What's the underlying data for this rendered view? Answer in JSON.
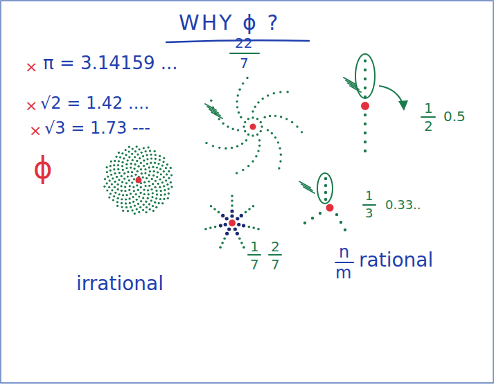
{
  "diagram": {
    "title": "WHY ϕ ?",
    "labels": [
      "×",
      "π = 3.14159 ...",
      "22",
      "7",
      "×",
      "√2 = 1.42 ....",
      "×",
      "√3 = 1.73 ---",
      "ϕ",
      "1",
      "2",
      "0.5",
      "1",
      "3",
      "0.33..",
      "1",
      "7",
      "2",
      "7",
      "n",
      "m",
      "rational",
      "irrational"
    ]
  }
}
